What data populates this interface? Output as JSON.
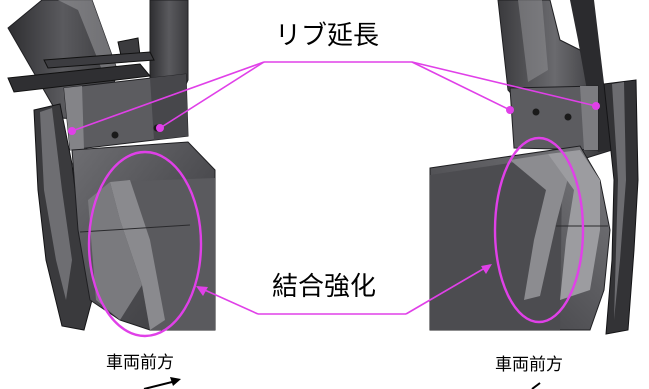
{
  "labels": {
    "rib_extension": "リブ延長",
    "joint_reinforcement": "結合強化",
    "vehicle_front_left": "車両前方",
    "vehicle_front_right": "車両前方"
  },
  "colors": {
    "annotation": "#e040e8",
    "panel_dark": "#4a4a4e",
    "panel_light": "#8c8c90",
    "background": "#ffffff"
  }
}
